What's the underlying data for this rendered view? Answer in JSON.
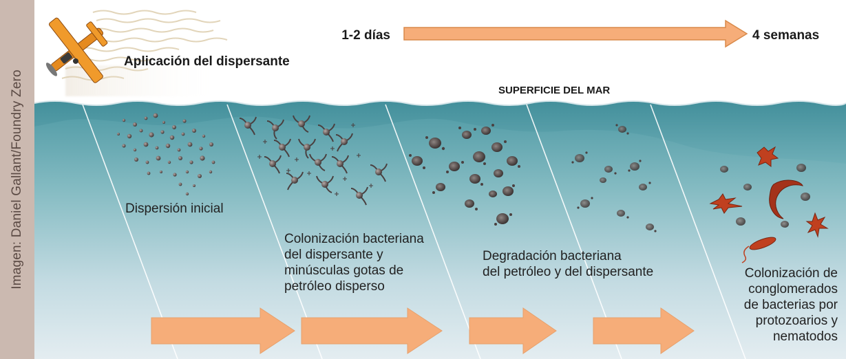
{
  "credit": "Imagen: Daniel Gallant/Foundry Zero",
  "timeline": {
    "start": "1-2 días",
    "end": "4 semanas"
  },
  "application_label": "Aplicación del dispersante",
  "surface_label": "SUPERFICIE DEL MAR",
  "stages": {
    "s1": "Dispersión inicial",
    "s2": [
      "Colonización bacteriana",
      "del dispersante y",
      "minúsculas gotas de",
      "petróleo disperso"
    ],
    "s3": [
      "Degradación bacteriana",
      "del petróleo y del dispersante"
    ],
    "s4": [
      "Colonización de",
      "conglomerados",
      "de bacterias por",
      "protozoarios y",
      "nematodos"
    ]
  },
  "colors": {
    "sea_top": "#5a9fa8",
    "sea_bottom": "#dfe9ee",
    "arrow": "#f6ad79",
    "credit_bar": "#cbb9b0",
    "droplet": "#4a4040",
    "protozoa": "#c0401f"
  },
  "icons": [
    "airplane-icon",
    "bacterium-icon",
    "protozoan-icon",
    "nematode-icon"
  ]
}
